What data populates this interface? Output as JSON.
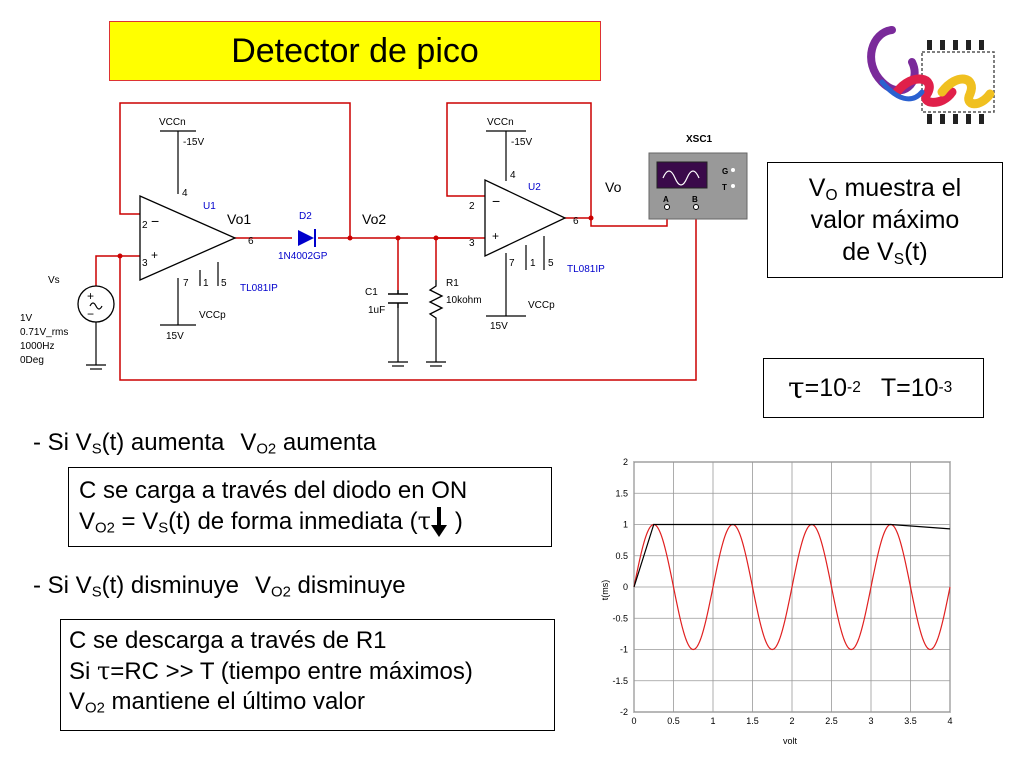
{
  "title": "Detector de pico",
  "circuit": {
    "vccn": "VCCn",
    "vccp": "VCCp",
    "minus15": "-15V",
    "plus15": "15V",
    "u1": "U1",
    "u2": "U2",
    "opamp_model": "TL081IP",
    "pin2": "2",
    "pin3": "3",
    "pin4": "4",
    "pin6": "6",
    "pin7": "7",
    "pin1": "1",
    "pin5": "5",
    "vo1": "Vo1",
    "vo2": "Vo2",
    "vo": "Vo",
    "d2": "D2",
    "diode_model": "1N4002GP",
    "c1": "C1",
    "c1_val": "1uF",
    "r1": "R1",
    "r1_val": "10kohm",
    "vs": "Vs",
    "vs_lines": [
      "1V",
      "0.71V_rms",
      "1000Hz",
      "0Deg"
    ],
    "scope_name": "XSC1",
    "scope_g": "G",
    "scope_t": "T",
    "scope_a": "A",
    "scope_b": "B"
  },
  "vo_box": {
    "v": "V",
    "sub_o": "O",
    "line1_rest": " muestra el",
    "line2": "valor máximo",
    "line3_pre": "de V",
    "sub_s": "S",
    "line3_post": "(t)"
  },
  "tau_box": {
    "tau": "τ",
    "eq": "=10",
    "exp1": "-2",
    "t": "T=10",
    "exp2": "-3"
  },
  "bullet1": {
    "pre": "- Si V",
    "sub_s": "S",
    "mid": "(t) aumenta",
    "v": "V",
    "sub_o2": "O2",
    "post": " aumenta"
  },
  "box1": {
    "line1": "C se carga a través del diodo en ON",
    "v1": "V",
    "sub_o2": "O2",
    "eq": " = V",
    "sub_s": "S",
    "rest": "(t) de forma inmediata (",
    "tau": "τ",
    "close": ")"
  },
  "bullet2": {
    "pre": "- Si V",
    "sub_s": "S",
    "mid": "(t) disminuye",
    "v": "V",
    "sub_o2": "O2",
    "post": " disminuye"
  },
  "box2": {
    "line1": "C se descarga a través de R1",
    "l2_pre": "Si ",
    "tau": "τ",
    "l2_post": "=RC >> T (tiempo entre máximos)",
    "v": "V",
    "sub_o2": "O2",
    "l3_post": " mantiene el último valor"
  },
  "colors": {
    "title_bg": "#ffff00",
    "wire_red": "#cc0000",
    "label_blue": "#0000cc",
    "signal_red": "#e02020",
    "scope_purple": "#3a0a4a"
  },
  "chart_data": {
    "type": "line",
    "xlabel": "volt",
    "ylabel": "t(ms)",
    "xlim": [
      0,
      4
    ],
    "ylim": [
      -2,
      2
    ],
    "xticks": [
      "0",
      "0.5",
      "1",
      "1.5",
      "2",
      "2.5",
      "3",
      "3.5",
      "4"
    ],
    "yticks": [
      "2",
      "1.5",
      "1",
      "0.5",
      "0",
      "-0.5",
      "-1",
      "-1.5",
      "-2"
    ],
    "grid": true,
    "series": [
      {
        "color": "#e02020",
        "function": "sine",
        "amplitude": 1,
        "frequency": 1,
        "phase": 0
      },
      {
        "color": "#000000",
        "function": "peak-hold",
        "x": [
          0,
          0.25,
          1.25,
          2.25,
          3.25,
          4
        ],
        "y": [
          0,
          1,
          1,
          1,
          1,
          0.93
        ]
      }
    ]
  }
}
